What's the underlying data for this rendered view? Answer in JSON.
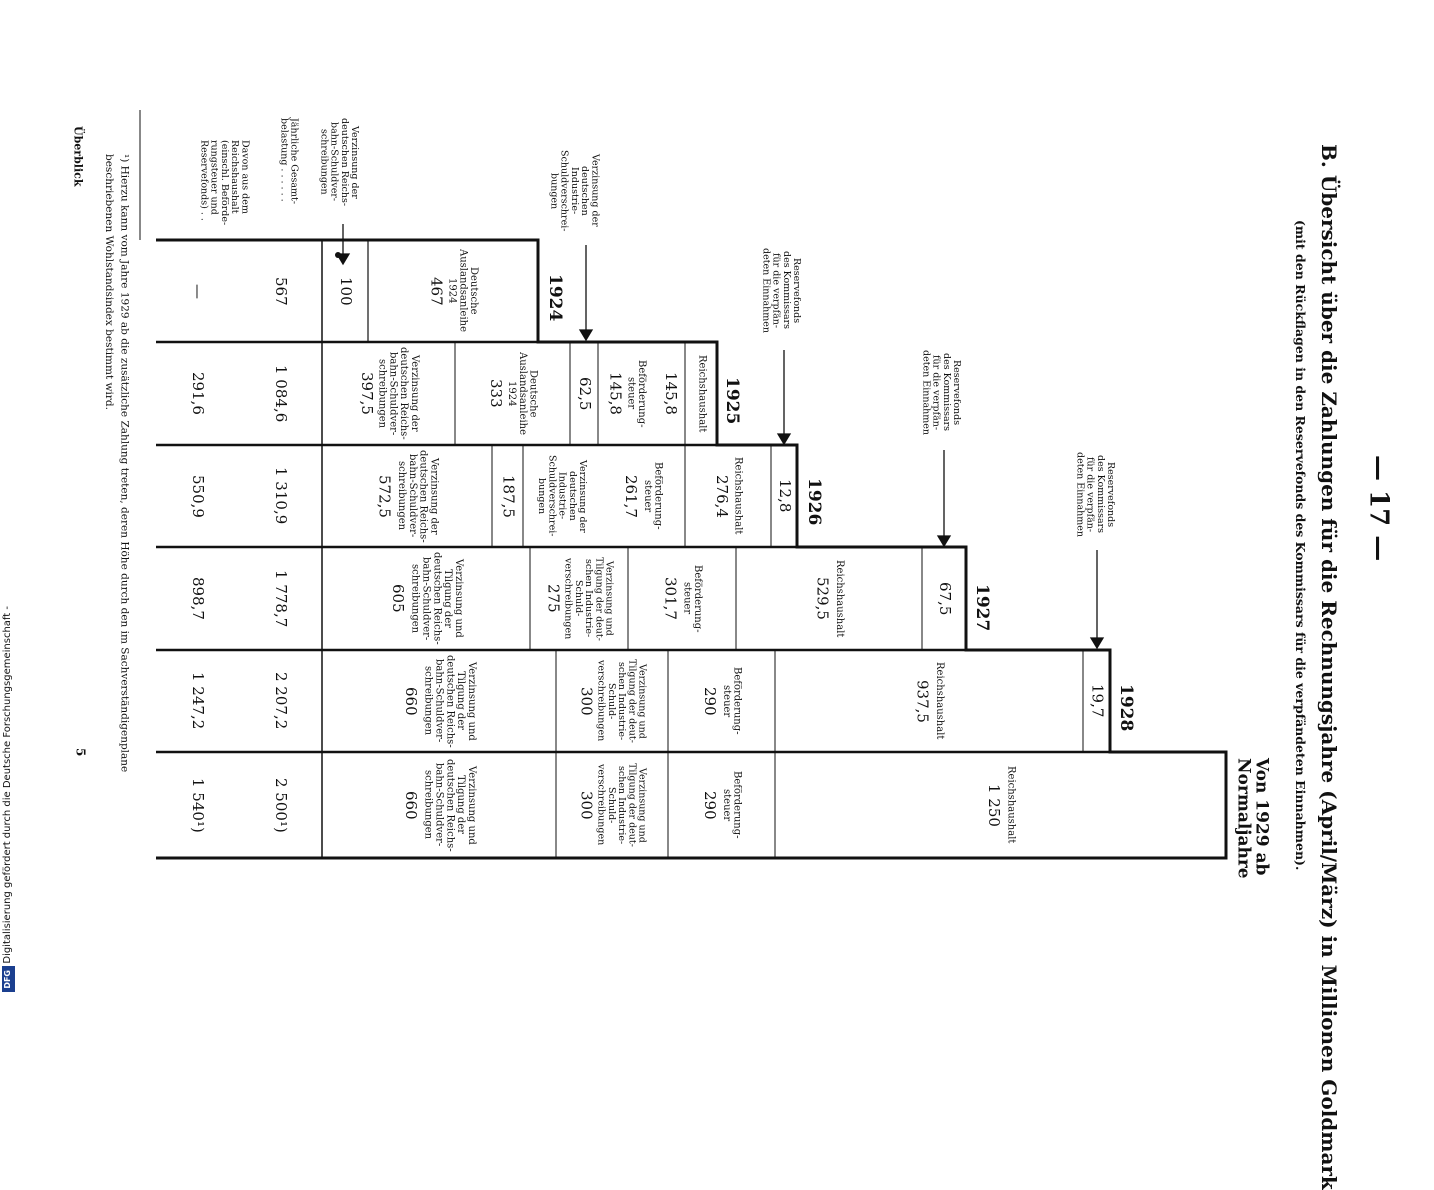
{
  "page_number": "— 17 —",
  "title": "B. Übersicht über die Zahlungen für die Rechnungsjahre (April/März) in Millionen Goldmark",
  "subtitle": "(mit den Rückflagen in den Reservefonds des Kommissars für die verpfändeten Einnahmen).",
  "years": {
    "y1924": "1924",
    "y1925": "1925",
    "y1926": "1926",
    "y1927": "1927",
    "y1928": "1928",
    "normal": "Von 1929 ab\nNormaljahre"
  },
  "reserve_label": "Reservefonds\ndes Kommissars\nfür die verpfän-\ndeten Einnahmen",
  "industry_label": "Verzinsung der\ndeutschen\nIndustrie-\nSchuldverschrei-\nbungen",
  "rail_label": "Verzinsung der\ndeutschen Reichs-\nbahn-Schuldver-\nschreibungen",
  "row_labels": {
    "total": "Jährliche Gesamt-\nbelastung . . . . . .",
    "budget": "Davon aus dem\nReichshaushalt\n(einschl. Beförde-\nrungsteuer und\nReservefonds) . ."
  },
  "col1924": {
    "reserve_value": "100",
    "loan_label": "Deutsche\nAuslandsanleihe\n1924",
    "loan_value": "467",
    "total": "567",
    "budget": "—"
  },
  "col1925": {
    "haushalt_label": "Reichshaushalt",
    "haushalt_value": "145,8",
    "steuer_label": "Beförderung-\nsteuer",
    "steuer_value": "145,8",
    "reserve_value": "62,5",
    "loan_label": "Deutsche\nAuslandsanleihe\n1924",
    "loan_value": "333",
    "rail_label": "Verzinsung der\ndeutschen Reichs-\nbahn-Schuldver-\nschreibungen",
    "rail_value": "397,5",
    "total": "1 084,6",
    "budget": "291,6"
  },
  "col1926": {
    "reserve_value": "12,8",
    "haushalt_label": "Reichshaushalt",
    "haushalt_value": "276,4",
    "steuer_label": "Beförderung-\nsteuer",
    "steuer_value": "261,7",
    "industry_label": "Verzinsung der\ndeutschen\nIndustrie-\nSchuldverschrei-\nbungen",
    "industry_value": "187,5",
    "rail_label": "Verzinsung der\ndeutschen Reichs-\nbahn-Schuldver-\nschreibungen",
    "rail_value": "572,5",
    "total": "1 310,9",
    "budget": "550,9"
  },
  "col1927": {
    "reserve_value": "67,5",
    "haushalt_label": "Reichshaushalt",
    "haushalt_value": "529,5",
    "steuer_label": "Beförderung-\nsteuer",
    "steuer_value": "301,7",
    "industry_label": "Verzinsung und\nTilgung der deut-\nschen Industrie-\nSchuld-\nverschreibungen",
    "industry_value": "275",
    "rail_label": "Verzinsung und\nTilgung der\ndeutschen Reichs-\nbahn-Schuldver-\nschreibungen",
    "rail_value": "605",
    "total": "1 778,7",
    "budget": "898,7"
  },
  "col1928": {
    "reserve_value": "19,7",
    "haushalt_label": "Reichshaushalt",
    "haushalt_value": "937,5",
    "steuer_label": "Beförderung-\nsteuer",
    "steuer_value": "290",
    "industry_label": "Verzinsung und\nTilgung der deut-\nschen Industrie-\nSchuld-\nverschreibungen",
    "industry_value": "300",
    "rail_label": "Verzinsung und\nTilgung der\ndeutschen Reichs-\nbahn-Schuldver-\nschreibungen",
    "rail_value": "660",
    "total": "2 207,2",
    "budget": "1 247,2"
  },
  "col1929": {
    "haushalt_label": "Reichshaushalt",
    "haushalt_value": "1 250",
    "steuer_label": "Beförderung-\nsteuer",
    "steuer_value": "290",
    "industry_label": "Verzinsung und\nTilgung der deut-\nschen Industrie-\nSchuld-\nverschreibungen",
    "industry_value": "300",
    "rail_label": "Verzinsung und\nTilgung der\ndeutschen Reichs-\nbahn-Schuldver-\nschreibungen",
    "rail_value": "660",
    "total": "2 500¹)",
    "budget": "1 540¹)"
  },
  "footnote": "¹) Hierzu kann vom Jahre 1929 ab die zusätzliche Zahlung treten, deren Höhe durch den im Sachverständigenplane\nbeschriebenen Wohlstandsindex bestimmt wird.",
  "footer_left": "Überblick",
  "footer_num": "5",
  "dfg_text": "Digitalisierung gefördert durch die Deutsche Forschungsgemeinschaft -",
  "dfg_logo": "DFG"
}
